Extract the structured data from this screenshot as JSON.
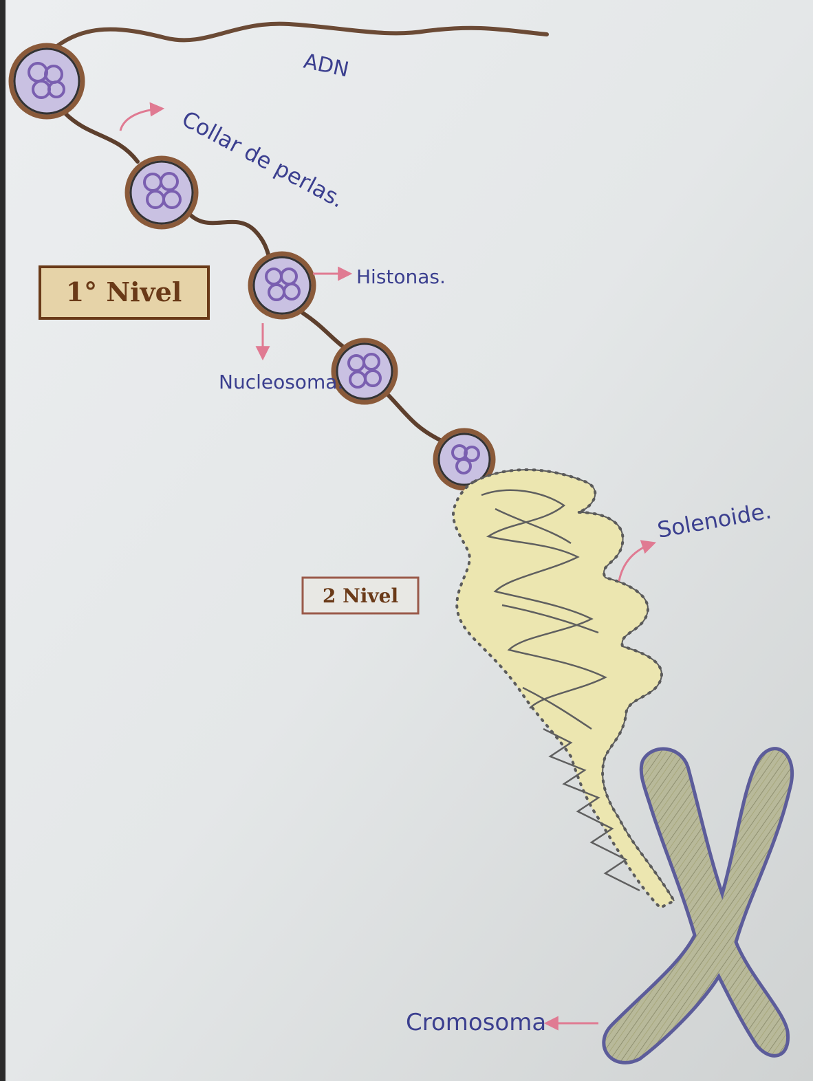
{
  "labels": {
    "adn": "ADN",
    "collar": "Collar de perlas.",
    "histonas": "Histonas.",
    "nucleosoma": "Nucleosoma.",
    "solenoide": "Solenoide.",
    "cromosoma": "Cromosoma"
  },
  "levels": {
    "first": "1° Nivel",
    "second": "2 Nivel"
  },
  "colors": {
    "paper": "#e6e9ea",
    "dna_strand": "#6b4a35",
    "nucleosome_fill": "#c9c1e2",
    "histone": "#7a5fb0",
    "arrow": "#e07a92",
    "label_ink": "#3b3f8f",
    "level_box_fill": "#e6d3a8",
    "solenoid_fill": "#ece6b0",
    "chromosome_fill": "#b8b99a",
    "chromosome_outline": "#5c5c9a"
  }
}
